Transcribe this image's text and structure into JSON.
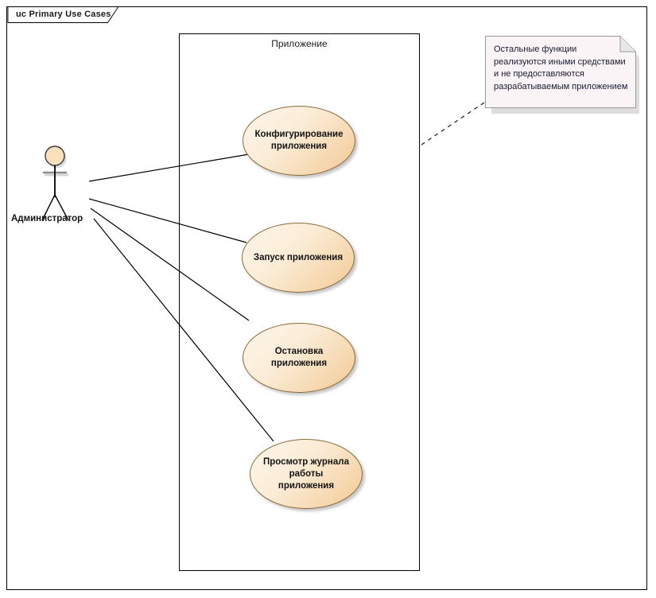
{
  "diagram": {
    "kind_prefix": "uc",
    "title": "uc Primary Use Cases",
    "type": "uml-use-case-diagram"
  },
  "boundary": {
    "label": "Приложение"
  },
  "actor": {
    "name": "Администратор",
    "icon": "stick-figure-actor"
  },
  "use_cases": [
    {
      "id": "configure",
      "label": "Конфигурирование\nприложения"
    },
    {
      "id": "start",
      "label": "Запуск приложения"
    },
    {
      "id": "stop",
      "label": "Остановка\nприложения"
    },
    {
      "id": "viewlog",
      "label": "Просмотр журнала\nработы приложения"
    }
  ],
  "note": {
    "text": "Остальные функции реализуются иными средствами и не предоставляются разрабатываемым приложением"
  },
  "associations": [
    {
      "from": "Администратор",
      "to": "Конфигурирование приложения"
    },
    {
      "from": "Администратор",
      "to": "Запуск приложения"
    },
    {
      "from": "Администратор",
      "to": "Остановка приложения"
    },
    {
      "from": "Администратор",
      "to": "Просмотр журнала работы приложения"
    }
  ],
  "colors": {
    "usecase_fill_light": "#fdf6ea",
    "usecase_fill_dark": "#f2c795",
    "usecase_border": "#8a6a3a",
    "note_fill": "#faf4f6",
    "note_border": "#9a9a9a",
    "line": "#000000",
    "text": "#141414"
  }
}
